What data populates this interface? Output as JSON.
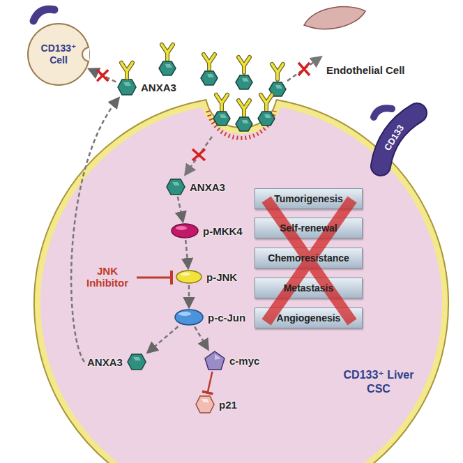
{
  "diagram": {
    "nodes": [
      {
        "text": [
          "CD133⁺ Cell"
        ]
      },
      {
        "text": [
          "ANXA3"
        ]
      },
      {
        "text": [
          "Endothelial Cell"
        ]
      },
      {
        "text": [
          "CD133⁺ Liver CSC"
        ]
      },
      {
        "text": [
          "CD133"
        ],
        "in": 3
      },
      {
        "text": [
          "ANXA3"
        ],
        "in": 3
      },
      {
        "text": [
          "p-MKK4"
        ],
        "in": 3
      },
      {
        "text": [
          "p-JNK"
        ],
        "in": 3
      },
      {
        "text": [
          "p-c-Jun"
        ],
        "in": 3
      },
      {
        "text": [
          "ANXA3"
        ],
        "in": 3
      },
      {
        "text": [
          "c-myc"
        ],
        "in": 3
      },
      {
        "text": [
          "p21"
        ],
        "in": 3
      },
      {
        "text": [
          "Tumorigenesis"
        ],
        "in": 3
      },
      {
        "text": [
          "Self-renewal"
        ],
        "in": 3
      },
      {
        "text": [
          "Chemoresistance"
        ],
        "in": 3
      },
      {
        "text": [
          "Metastasis"
        ],
        "in": 3
      },
      {
        "text": [
          "Angiogenesis"
        ],
        "in": 3
      }
    ],
    "edges": [
      {
        "from": 1,
        "to": 0,
        "arrow": "to"
      },
      {
        "from": 5,
        "to": 6,
        "arrow": "to"
      },
      {
        "from": 6,
        "to": 7,
        "arrow": "to"
      },
      {
        "from": 7,
        "to": 8,
        "arrow": "to"
      },
      {
        "from": 8,
        "to": 9,
        "arrow": "to"
      },
      {
        "from": 8,
        "to": 10,
        "arrow": "to"
      },
      {
        "from": 10,
        "to": 11,
        "arrow": "to"
      },
      {
        "from": 9,
        "to": 1,
        "arrow": "to"
      }
    ],
    "labels": [
      "JNK Inhibitor"
    ]
  }
}
